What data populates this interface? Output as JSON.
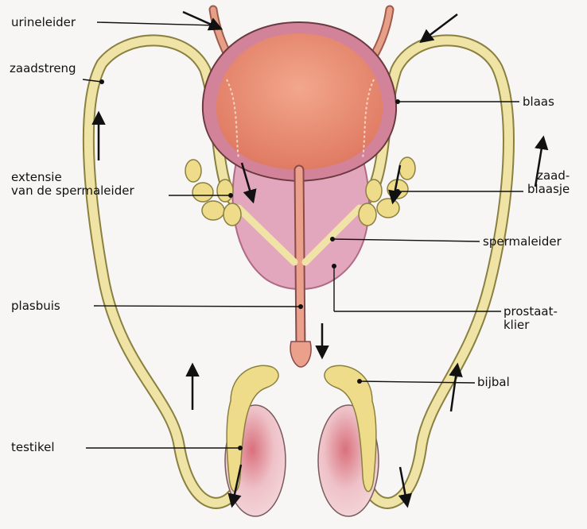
{
  "title": "",
  "labels": {
    "urineleider": "urineleider",
    "zaadstreng": "zaadstreng",
    "extensie": "extensie\nvan de spermaleider",
    "plasbuis": "plasbuis",
    "testikel": "testikel",
    "blaas": "blaas",
    "zaadblaasje": "zaad-\nblaasje",
    "spermaleider": "spermaleider",
    "prostaatklier": "prostaat-\nklier",
    "bijbal": "bijbal"
  },
  "colors": {
    "tube": "#efe3a6",
    "tube_outline": "#8a8040",
    "bladder": "#e98f74",
    "bladder_rim": "#d2839a",
    "prostate": "#e3a7bd",
    "testis": "#f0c9cf",
    "testis_inner": "#d9707c",
    "vesicle": "#eedc8a",
    "line": "#111111"
  }
}
